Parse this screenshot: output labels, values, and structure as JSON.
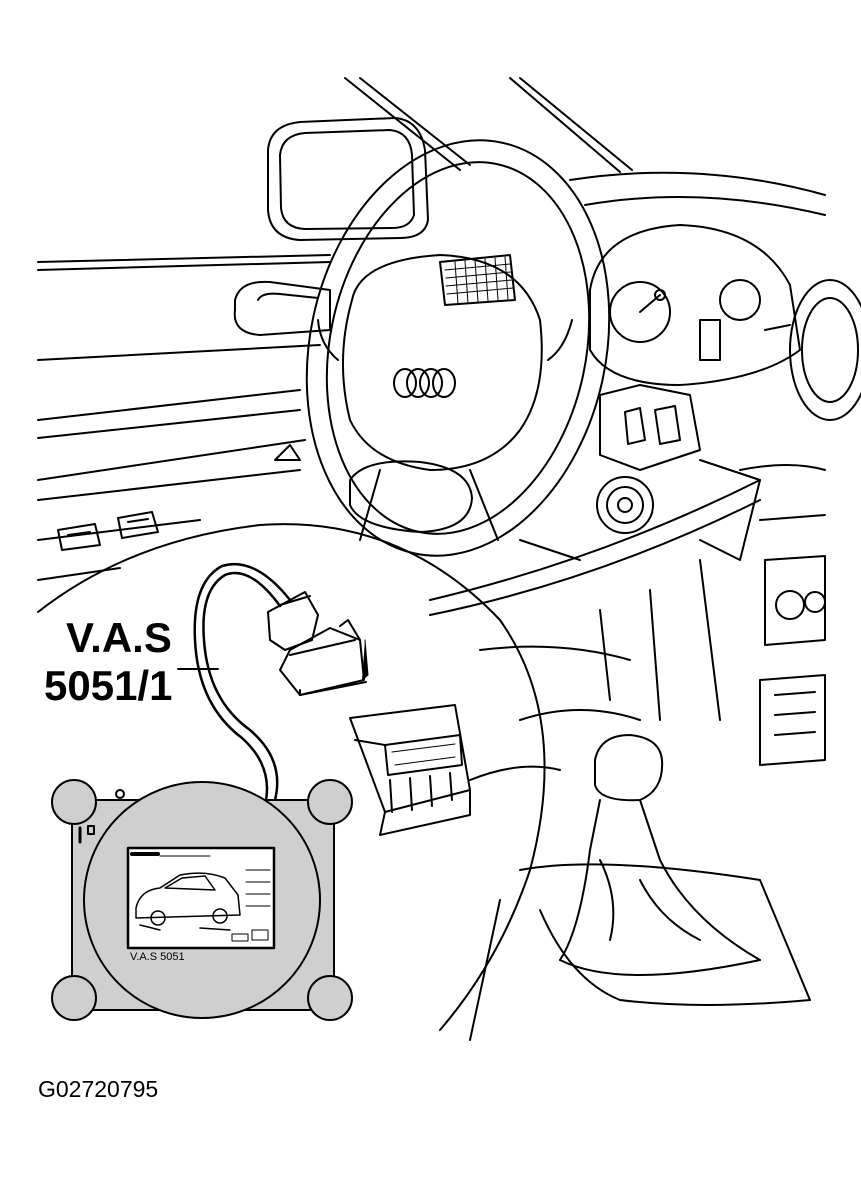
{
  "callout": {
    "tool_line1": "V.A.S",
    "tool_line2": "5051/1"
  },
  "tester": {
    "label": "V.A.S 5051"
  },
  "figure_id": "G02720795",
  "colors": {
    "line": "#000000",
    "paper": "#ffffff",
    "tester_fill": "#cfcfcf",
    "screen_border": "#000000"
  },
  "icons": {
    "logo": "four-rings-logo"
  }
}
